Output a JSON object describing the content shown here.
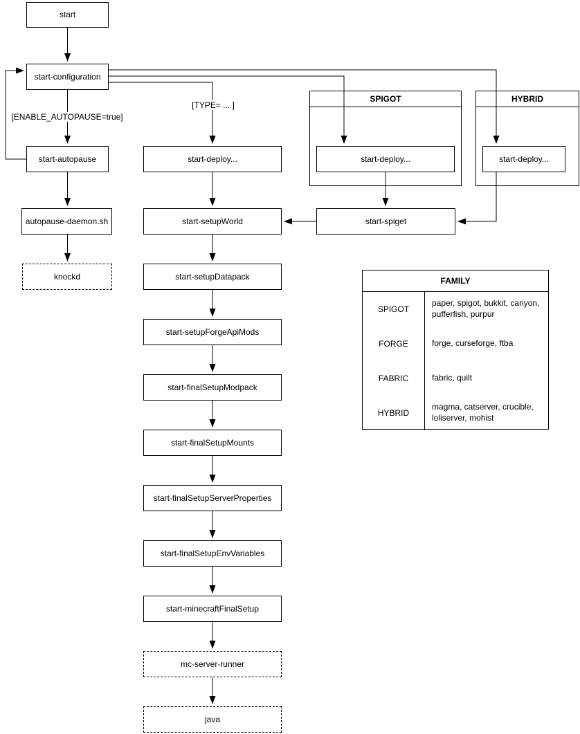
{
  "colors": {
    "background": "#ffffff",
    "line": "#000000",
    "box_border": "#000000",
    "text": "#000000"
  },
  "nodes": {
    "start": "start",
    "start_configuration": "start-configuration",
    "start_autopause": "start-autopause",
    "autopause_daemon": "autopause-daemon.sh",
    "knockd": "knockd",
    "start_deploy": "start-deploy...",
    "start_deploy_spigot": "start-deploy...",
    "start_deploy_hybrid": "start-deploy...",
    "start_spiget": "start-spiget",
    "start_setup_world": "start-setupWorld",
    "start_setup_datapack": "start-setupDatapack",
    "start_setup_forge_api_mods": "start-setupForgeApiMods",
    "start_final_setup_modpack": "start-finalSetupModpack",
    "start_final_setup_mounts": "start-finalSetupMounts",
    "start_final_setup_server_properties": "start-finalSetupServerProperties",
    "start_final_setup_env_variables": "start-finalSetupEnvVariables",
    "start_minecraft_final_setup": "start-minecraftFinalSetup",
    "mc_server_runner": "mc-server-runner",
    "java": "java"
  },
  "containers": {
    "spigot": "SPIGOT",
    "hybrid": "HYBRID"
  },
  "edge_labels": {
    "enable_autopause": "[ENABLE_AUTOPAUSE=true]",
    "type": "[TYPE= ... ]"
  },
  "family_table": {
    "title": "FAMILY",
    "rows": [
      {
        "family": "SPIGOT",
        "members": "paper, spigot, bukkit, canyon, pufferfish, purpur"
      },
      {
        "family": "FORGE",
        "members": "forge, curseforge, ftba"
      },
      {
        "family": "FABRIC",
        "members": "fabric, quilt"
      },
      {
        "family": "HYBRID",
        "members": "magma, catserver, crucible, loliserver, mohist"
      }
    ]
  }
}
